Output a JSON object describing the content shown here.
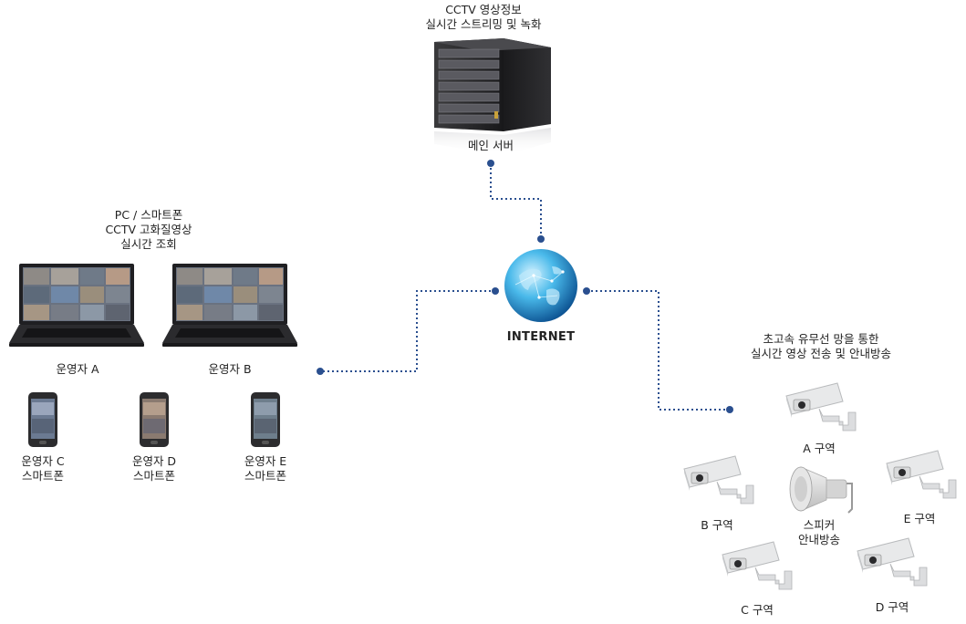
{
  "server": {
    "top_lines": [
      "CCTV 영상정보",
      "실시간 스트리밍 및 녹화"
    ],
    "label": "메인 서버"
  },
  "internet": {
    "label": "INTERNET"
  },
  "pc": {
    "caption_lines": [
      "PC / 스마트폰",
      "CCTV 고화질영상",
      "실시간 조회"
    ],
    "laptops": [
      {
        "label": "운영자 A"
      },
      {
        "label": "운영자 B"
      }
    ],
    "phones": [
      {
        "line1": "운영자 C",
        "line2": "스마트폰"
      },
      {
        "line1": "운영자 D",
        "line2": "스마트폰"
      },
      {
        "line1": "운영자 E",
        "line2": "스마트폰"
      }
    ]
  },
  "cameras": {
    "caption_lines": [
      "초고속 유무선 망을 통한",
      "실시간 영상 전송 및 안내방송"
    ],
    "zones": [
      {
        "label": "A 구역"
      },
      {
        "label": "B 구역"
      },
      {
        "label": "C 구역"
      },
      {
        "label": "D 구역"
      },
      {
        "label": "E 구역"
      }
    ],
    "speaker": {
      "line1": "스피커",
      "line2": "안내방송"
    }
  },
  "colors": {
    "line": "#2a4f8f",
    "node": "#2a4f8f"
  }
}
